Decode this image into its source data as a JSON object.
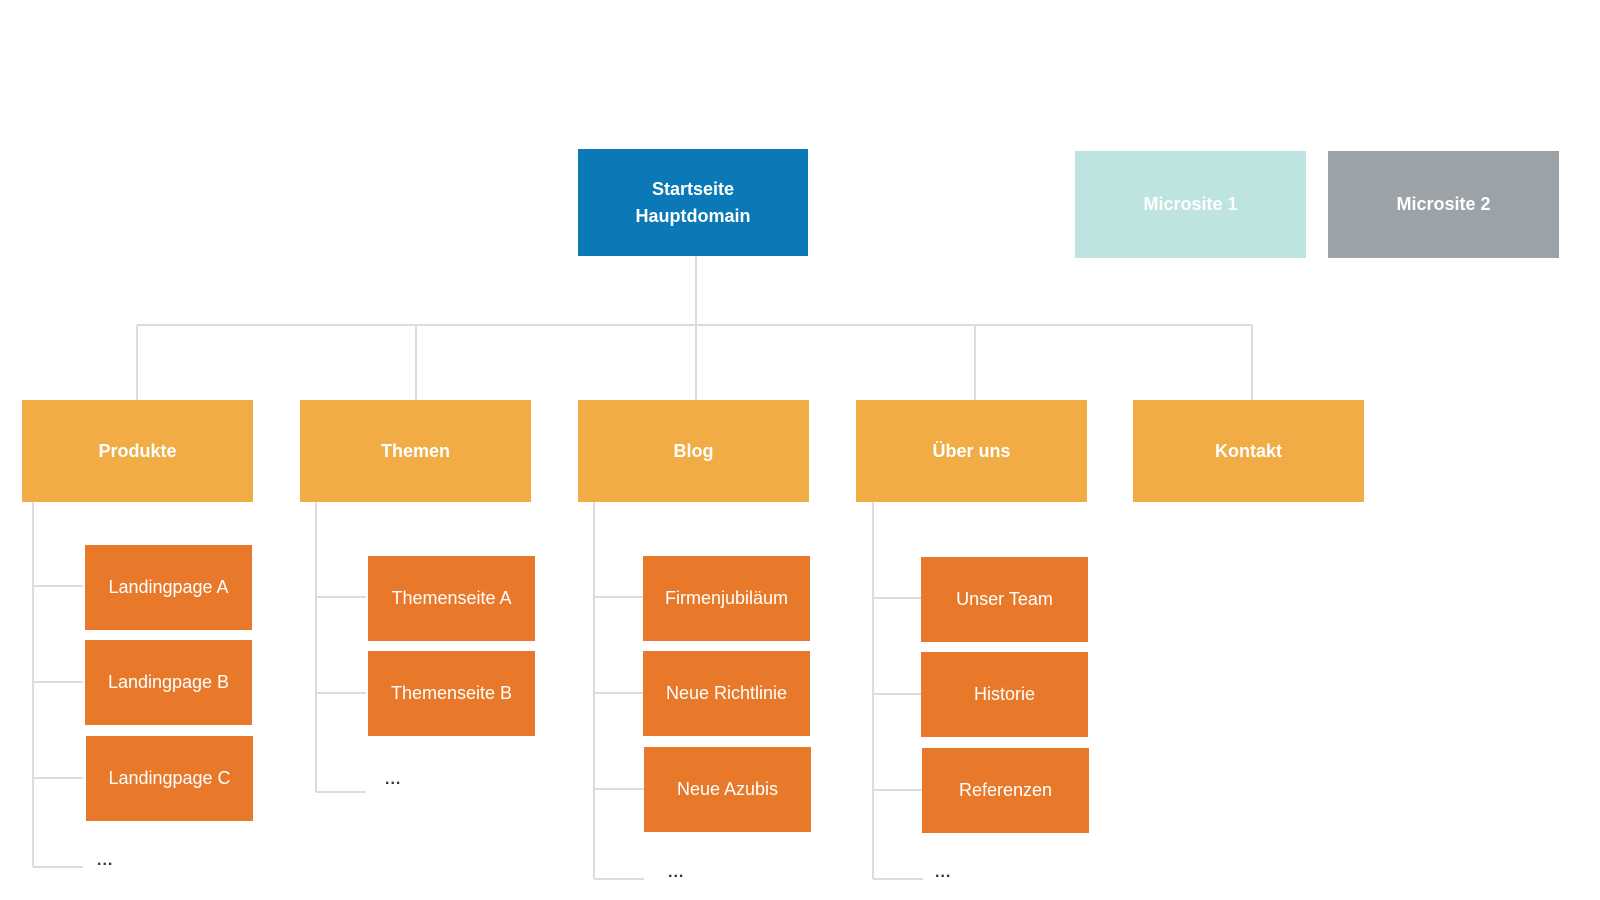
{
  "colors": {
    "root": "#0a79b6",
    "microsite1": "#bee4e1",
    "microsite2": "#9ca3a8",
    "section": "#f1ac45",
    "page": "#e9792a",
    "line": "#dcdcdc"
  },
  "root": {
    "line1": "Startseite",
    "line2": "Hauptdomain"
  },
  "microsites": [
    {
      "label": "Microsite 1"
    },
    {
      "label": "Microsite 2"
    }
  ],
  "sections": [
    {
      "label": "Produkte",
      "pages": [
        "Landingpage A",
        "Landingpage B",
        "Landingpage C"
      ],
      "more": "..."
    },
    {
      "label": "Themen",
      "pages": [
        "Themenseite A",
        "Themenseite B"
      ],
      "more": "..."
    },
    {
      "label": "Blog",
      "pages": [
        "Firmenjubiläum",
        "Neue Richtlinie",
        "Neue Azubis"
      ],
      "more": "..."
    },
    {
      "label": "Über uns",
      "pages": [
        "Unser Team",
        "Historie",
        "Referenzen"
      ],
      "more": "..."
    },
    {
      "label": "Kontakt",
      "pages": []
    }
  ]
}
